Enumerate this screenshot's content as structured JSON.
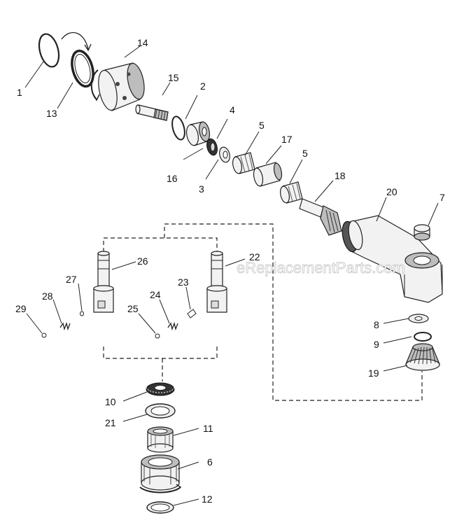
{
  "watermark": "eReplacementParts.com",
  "callouts": {
    "p1": "1",
    "p2": "2",
    "p3": "3",
    "p4": "4",
    "p5a": "5",
    "p5b": "5",
    "p6": "6",
    "p7": "7",
    "p8": "8",
    "p9": "9",
    "p10": "10",
    "p11": "11",
    "p12": "12",
    "p13": "13",
    "p14": "14",
    "p15": "15",
    "p16": "16",
    "p17": "17",
    "p18": "18",
    "p19": "19",
    "p20": "20",
    "p21": "21",
    "p22": "22",
    "p23": "23",
    "p24": "24",
    "p25": "25",
    "p26": "26",
    "p27": "27",
    "p28": "28",
    "p29": "29"
  }
}
